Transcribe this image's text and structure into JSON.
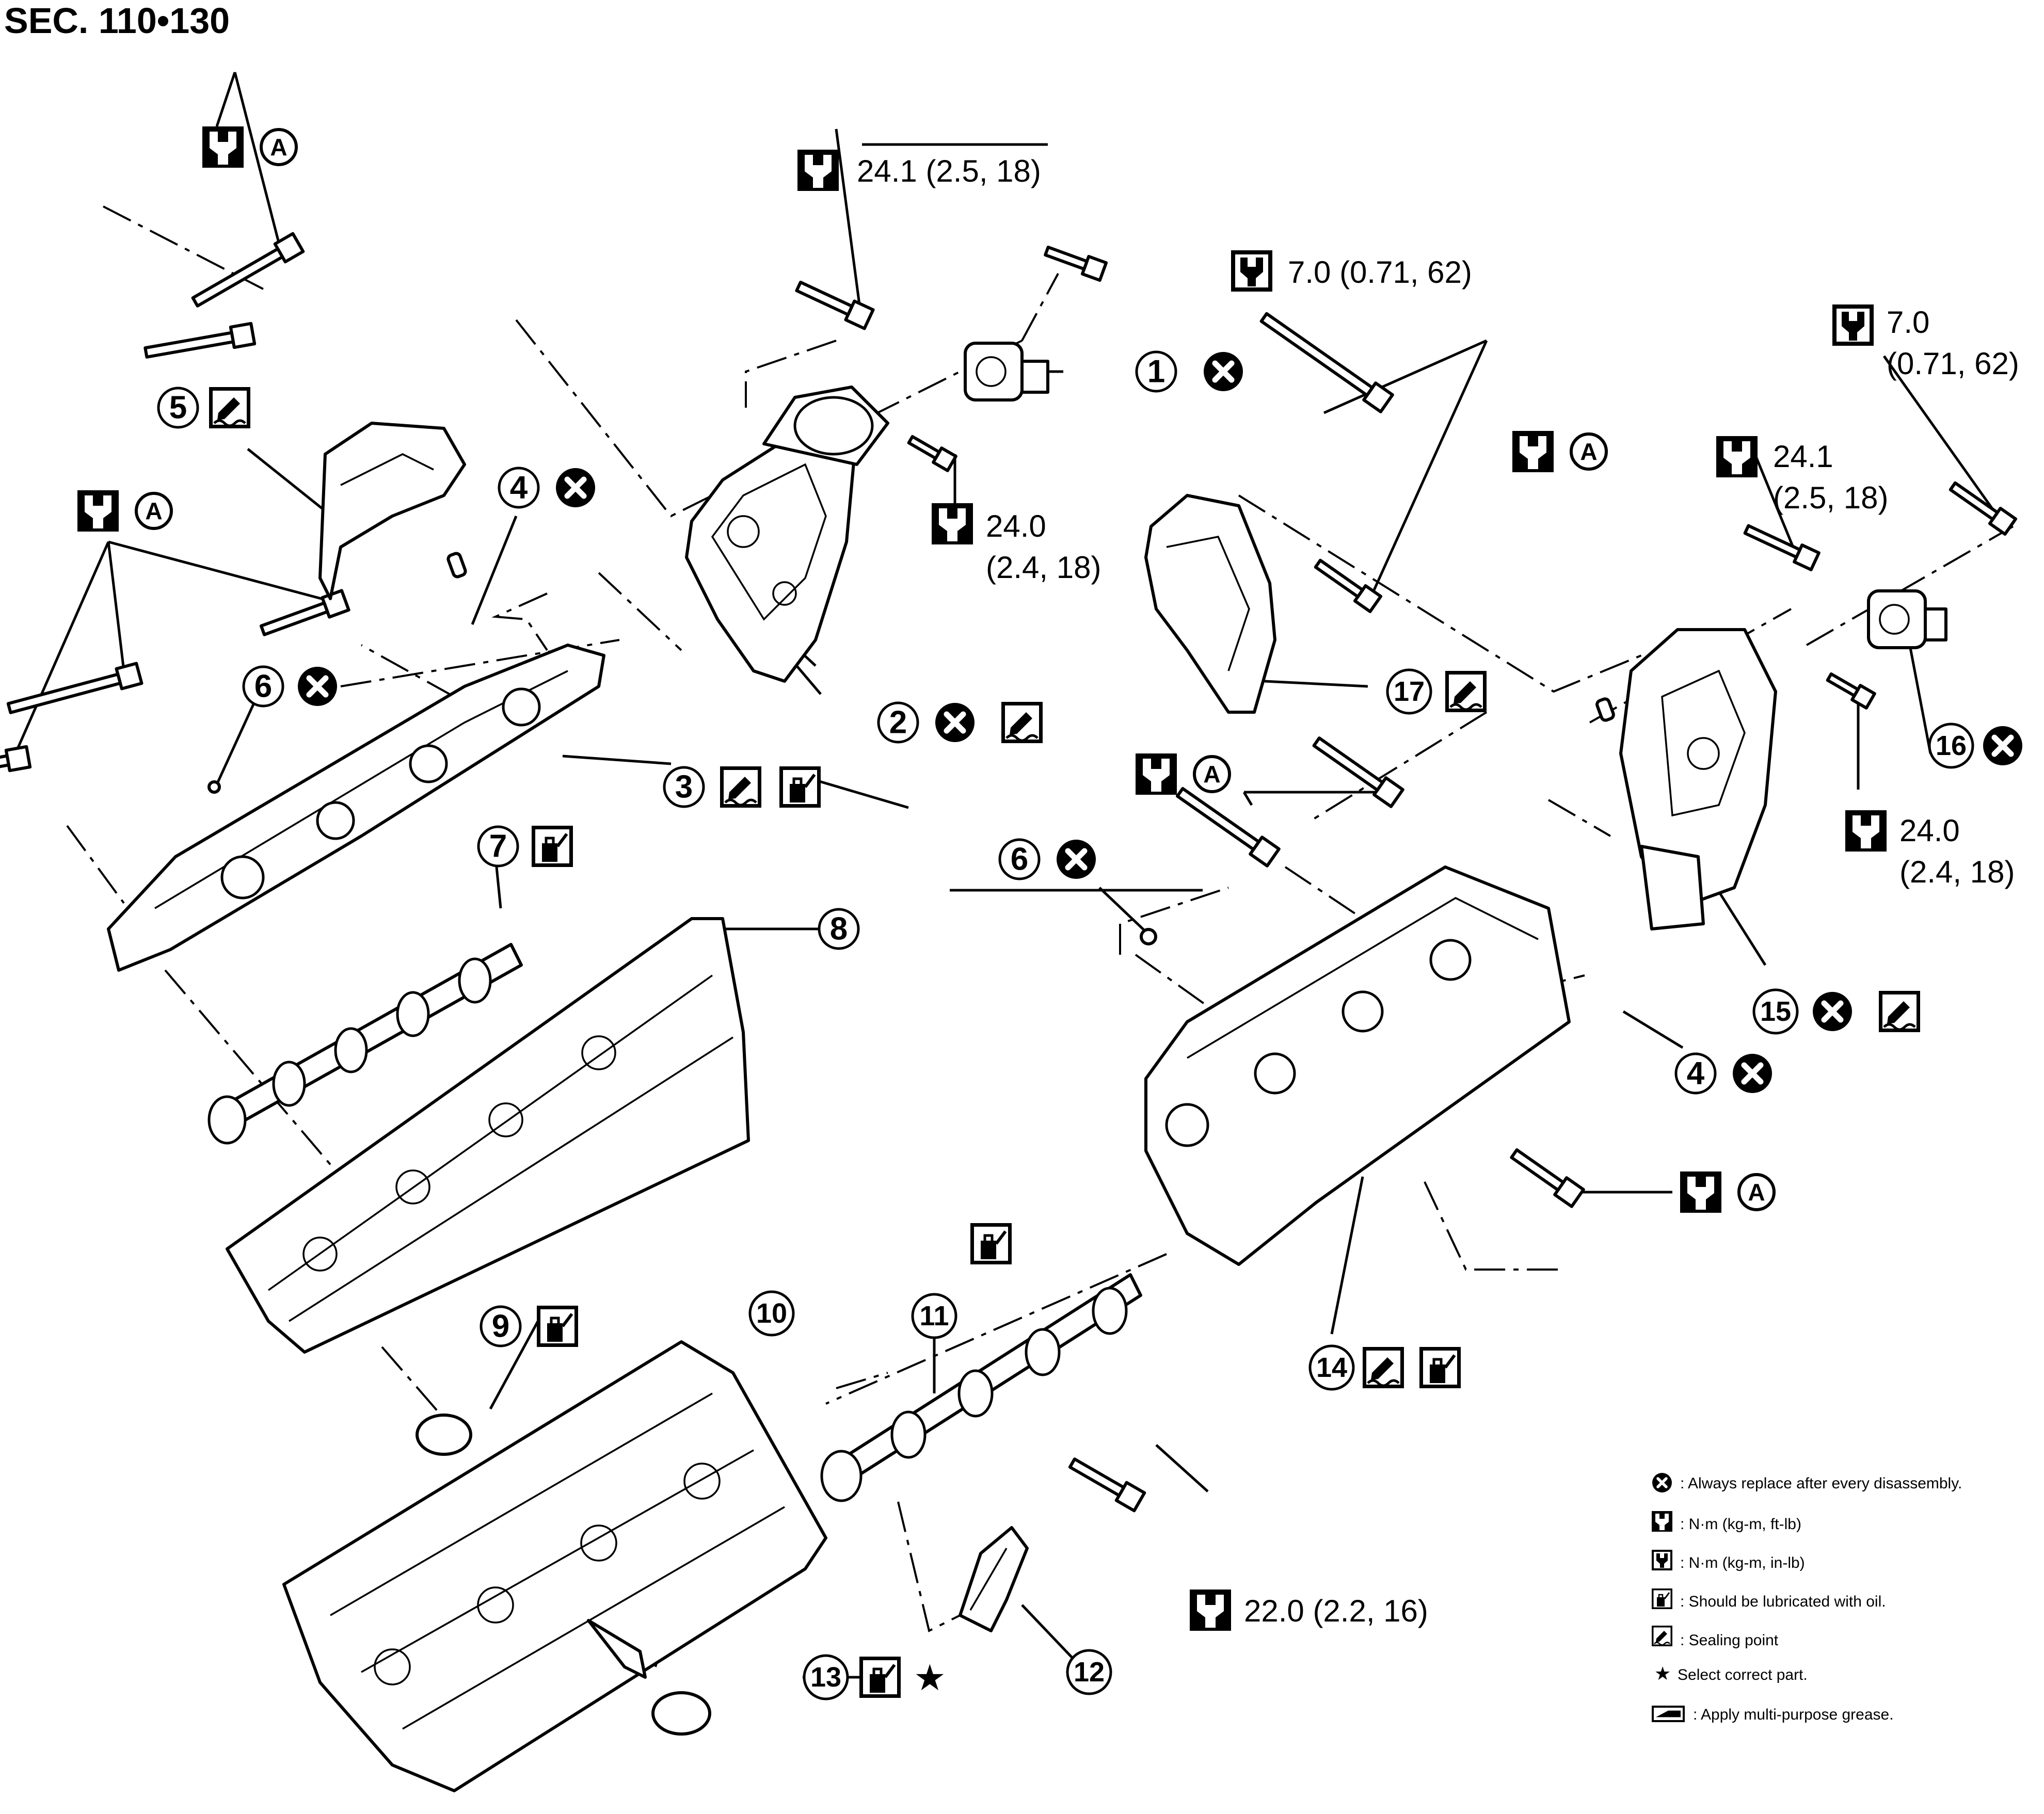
{
  "section_label": "SEC. 110•130",
  "torque_specs": {
    "t_24_1_left": "24.1 (2.5, 18)",
    "t_7_0_left": "7.0 (0.71, 62)",
    "t_24_0_left_a": "24.0",
    "t_24_0_left_b": "(2.4, 18)",
    "t_7_0_right_a": "7.0",
    "t_7_0_right_b": "(0.71, 62)",
    "t_24_1_right_a": "24.1",
    "t_24_1_right_b": "(2.5, 18)",
    "t_24_0_right_a": "24.0",
    "t_24_0_right_b": "(2.4, 18)",
    "t_22_0": "22.0 (2.2, 16)"
  },
  "a_mark": "A",
  "callouts": [
    "1",
    "2",
    "3",
    "4",
    "5",
    "6",
    "7",
    "8",
    "9",
    "10",
    "11",
    "12",
    "13",
    "14",
    "15",
    "16",
    "17"
  ],
  "legend": {
    "replace": ": Always replace after every disassembly.",
    "nm_ft": ": N·m (kg-m, ft-lb)",
    "nm_in": ": N·m (kg-m, in-lb)",
    "oil": ": Should be lubricated with oil.",
    "seal": ": Sealing point",
    "select": "Select correct part.",
    "grease": ": Apply multi-purpose grease."
  },
  "icons": [
    "torque-wrench-icon",
    "torque-wrench-inlb-icon",
    "replace-x-icon",
    "sealing-point-icon",
    "oil-can-icon",
    "select-star-icon",
    "grease-icon",
    "a-circle-icon"
  ]
}
